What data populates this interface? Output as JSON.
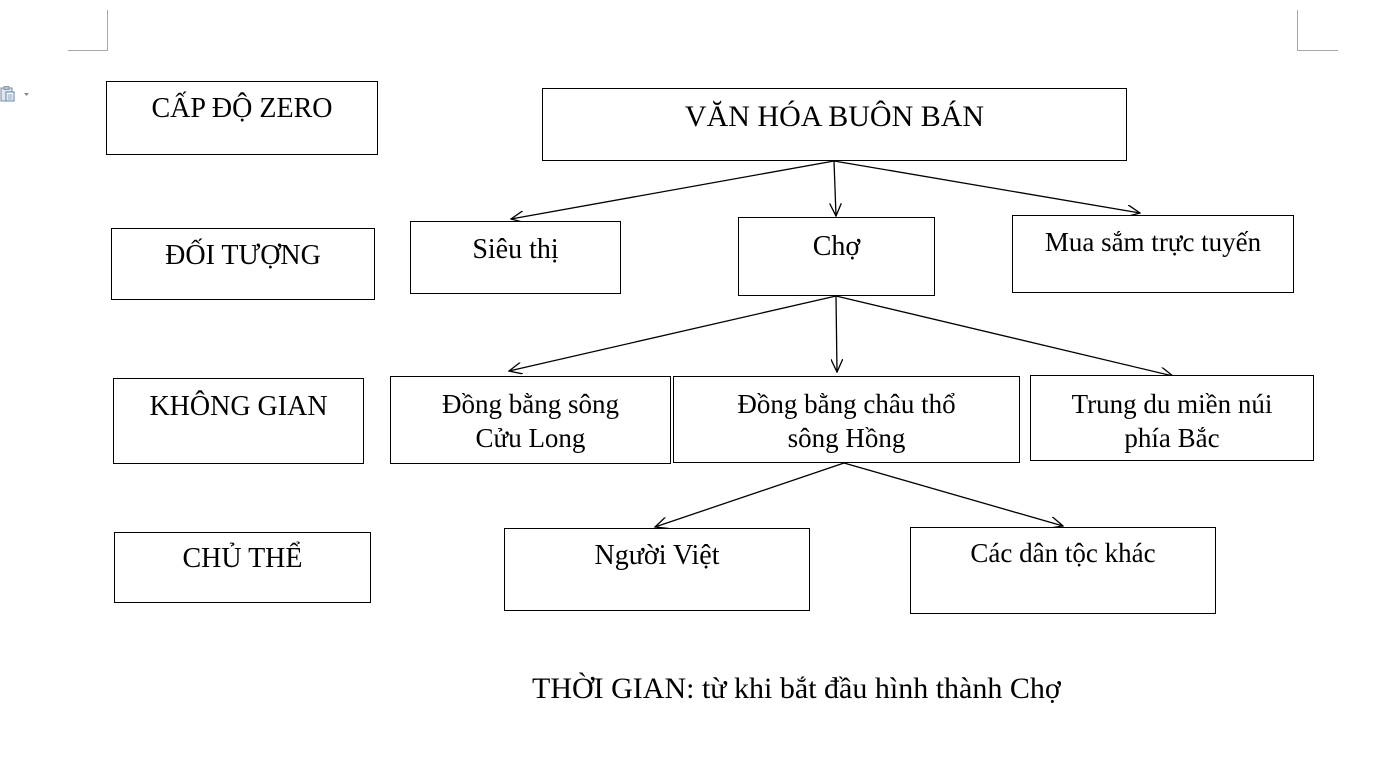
{
  "levels": {
    "zero": "CẤP ĐỘ ZERO",
    "object": "ĐỐI TƯỢNG",
    "space": "KHÔNG GIAN",
    "subject": "CHỦ THỂ"
  },
  "root": "VĂN HÓA BUÔN BÁN",
  "objects": {
    "supermarket": "Siêu thị",
    "market": "Chợ",
    "online": "Mua sắm trực tuyến"
  },
  "spaces": {
    "mekong": [
      "Đồng bằng sông",
      "Cửu Long"
    ],
    "red_river": [
      "Đồng bằng châu thổ",
      "sông Hồng"
    ],
    "north": [
      "Trung du miền núi",
      "phía Bắc"
    ]
  },
  "subjects": {
    "viet": "Người Việt",
    "ethnic": "Các dân tộc khác"
  },
  "time_note": "THỜI GIAN: từ khi bắt đầu hình thành Chợ",
  "icons": {
    "paste": "paste-options-icon"
  }
}
